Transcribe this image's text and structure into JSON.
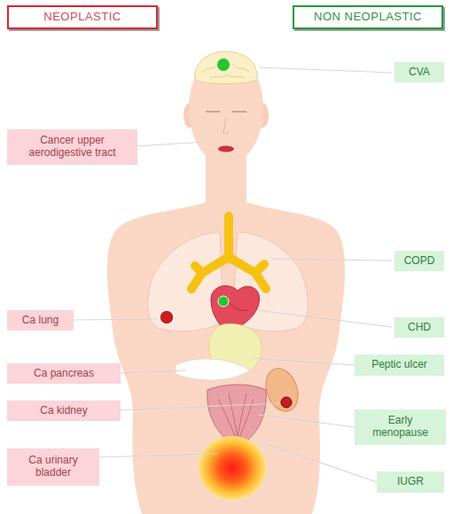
{
  "diagram": {
    "nodes": [
      {
        "text": [
          "NEOPLASTIC"
        ]
      },
      {
        "text": [
          "NON NEOPLASTIC"
        ]
      },
      {
        "text": [
          "CVA"
        ]
      },
      {
        "text": [
          "Cancer upper aerodigestive tract"
        ]
      },
      {
        "text": [
          "COPD"
        ]
      },
      {
        "text": [
          "Ca lung"
        ]
      },
      {
        "text": [
          "CHD"
        ]
      },
      {
        "text": [
          "Peptic ulcer"
        ]
      },
      {
        "text": [
          "Ca pancreas"
        ]
      },
      {
        "text": [
          "Ca kidney"
        ]
      },
      {
        "text": [
          "Early menopause"
        ]
      },
      {
        "text": [
          "Ca urinary bladder"
        ]
      },
      {
        "text": [
          "IUGR"
        ]
      }
    ]
  }
}
